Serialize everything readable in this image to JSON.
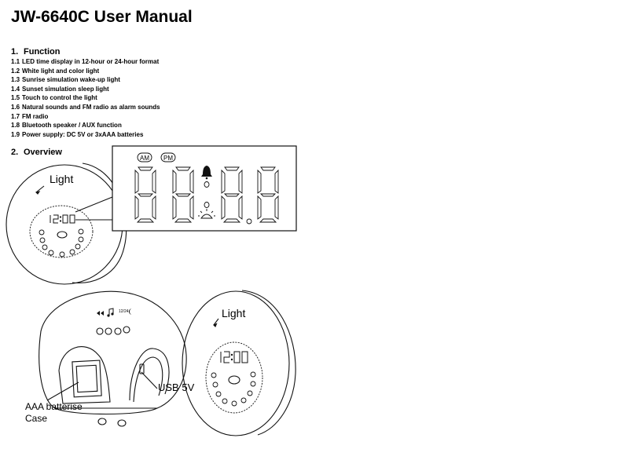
{
  "doc": {
    "title": "JW-6640C User Manual",
    "section1": {
      "number": "1.",
      "heading": "Function"
    },
    "functions": [
      {
        "id": "1.1",
        "text": "LED time display in 12-hour or 24-hour format"
      },
      {
        "id": "1.2",
        "text": "White light and color light"
      },
      {
        "id": "1.3",
        "text": "Sunrise simulation wake-up light"
      },
      {
        "id": "1.4",
        "text": "Sunset simulation sleep light"
      },
      {
        "id": "1.5",
        "text": "Touch to control the light"
      },
      {
        "id": "1.6",
        "text": "Natural sounds and FM radio as alarm sounds"
      },
      {
        "id": "1.7",
        "text": "FM radio"
      },
      {
        "id": "1.8",
        "text": "Bluetooth speaker / AUX function"
      },
      {
        "id": "1.9",
        "text": "Power supply: DC 5V or 3xAAA batteries"
      }
    ],
    "section2": {
      "number": "2.",
      "heading": "Overview"
    }
  },
  "figure": {
    "label_light_1": "Light",
    "label_light_2": "Light",
    "display_am": "AM",
    "display_pm": "PM",
    "label_usb": "USB 5V",
    "label_battery_1": "AAA batterise",
    "label_battery_2": "Case",
    "small_label_1224": "12/24"
  }
}
